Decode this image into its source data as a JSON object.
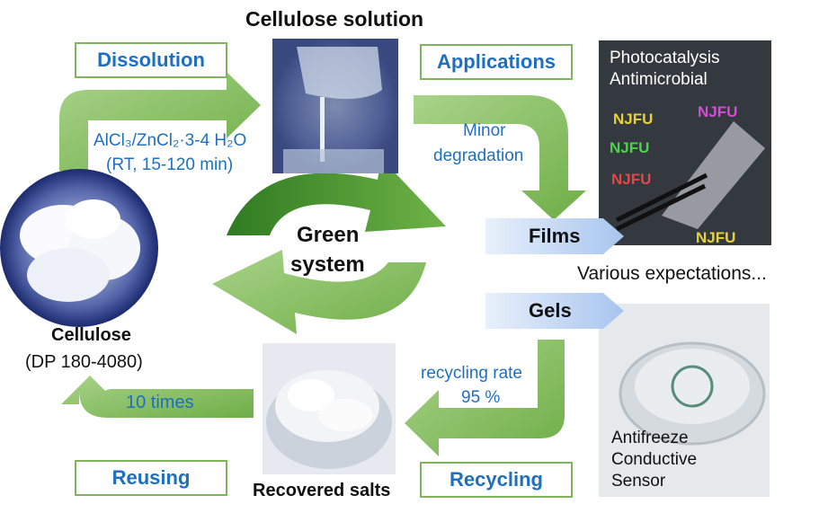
{
  "title": "Cellulose solution",
  "center": {
    "line1": "Green",
    "line2": "system"
  },
  "boxes": {
    "dissolution": "Dissolution",
    "applications": "Applications",
    "reusing": "Reusing",
    "recycling": "Recycling"
  },
  "conditions": {
    "reagent": "AlCl₃/ZnCl₂·3-4 H₂O",
    "time": "(RT, 15-120 min)"
  },
  "degradation": {
    "line1": "Minor",
    "line2": "degradation"
  },
  "tags": {
    "films": "Films",
    "gels": "Gels"
  },
  "expectations": "Various expectations...",
  "cellulose": {
    "name": "Cellulose",
    "dp": "(DP 180-4080)"
  },
  "reuse_count": "10 times",
  "recycling_rate": {
    "line1": "recycling rate",
    "line2": "95 %"
  },
  "recovered_salts": "Recovered salts",
  "films_photo": {
    "line1": "Photocatalysis",
    "line2": "Antimicrobial",
    "sign_text": "NJFU"
  },
  "gels_photo": {
    "line1": "Antifreeze",
    "line2": "Conductive",
    "line3": "Sensor"
  },
  "colors": {
    "arrow_green": "#8cc060",
    "arrow_dark": "#4f9432",
    "box_border": "#7fb55a",
    "accent_blue": "#1f6fc1"
  }
}
